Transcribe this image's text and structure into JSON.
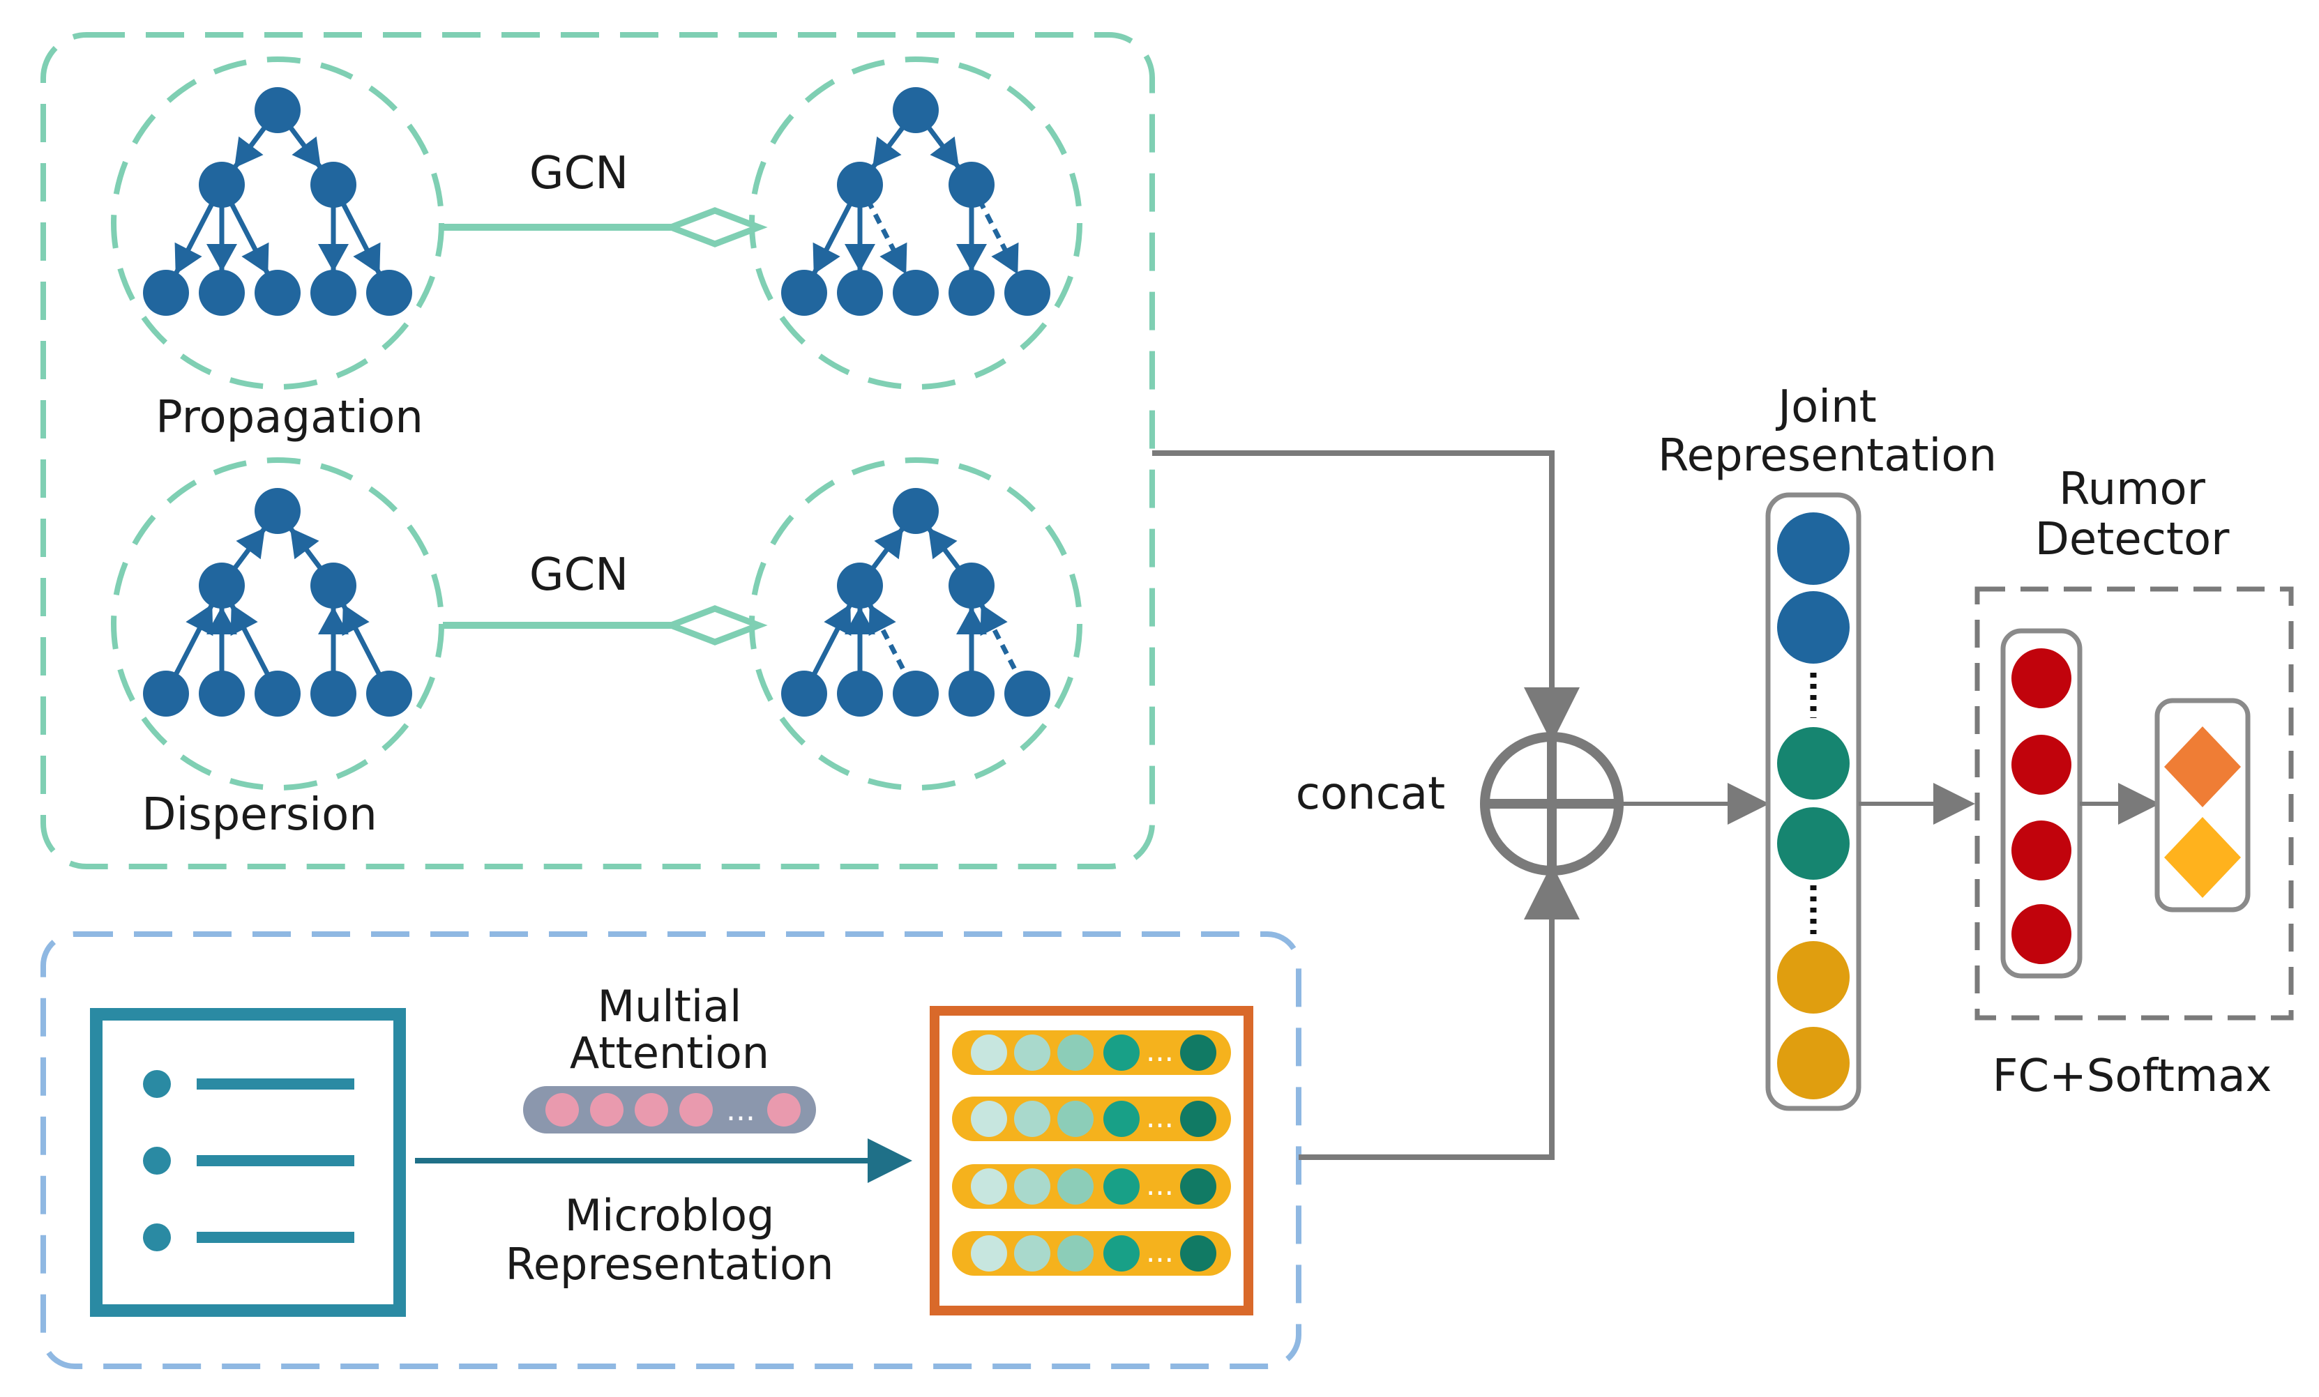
{
  "labels": {
    "gcn_top": "GCN",
    "gcn_bottom": "GCN",
    "propagation": "Propagation",
    "dispersion": "Dispersion",
    "concat": "concat",
    "joint_line1": "Joint",
    "joint_line2": "Representation",
    "rumor_line1": "Rumor",
    "rumor_line2": "Detector",
    "fc_softmax": "FC+Softmax",
    "multial_line1": "Multial",
    "multial_line2": "Attention",
    "microblog_line1": "Microblog",
    "microblog_line2": "Representation",
    "ellipsis": "..."
  },
  "colors": {
    "graph_box_border": "#7fcfb3",
    "text_box_border": "#8fb8e2",
    "tree_node": "#21669e",
    "connector": "#7a7a7a",
    "document_icon": "#2a8aa3",
    "matrix_border": "#d9692a",
    "matrix_row": "#f5b21d",
    "joint_blue": "#1f669e",
    "joint_green": "#168570",
    "joint_yellow": "#e09e0f",
    "detector_red": "#c1030c",
    "output_orange": "#ef7d35",
    "output_yellow": "#ffb21d",
    "attention_dot": "#e99aae",
    "attention_bar": "#8b97ad"
  }
}
